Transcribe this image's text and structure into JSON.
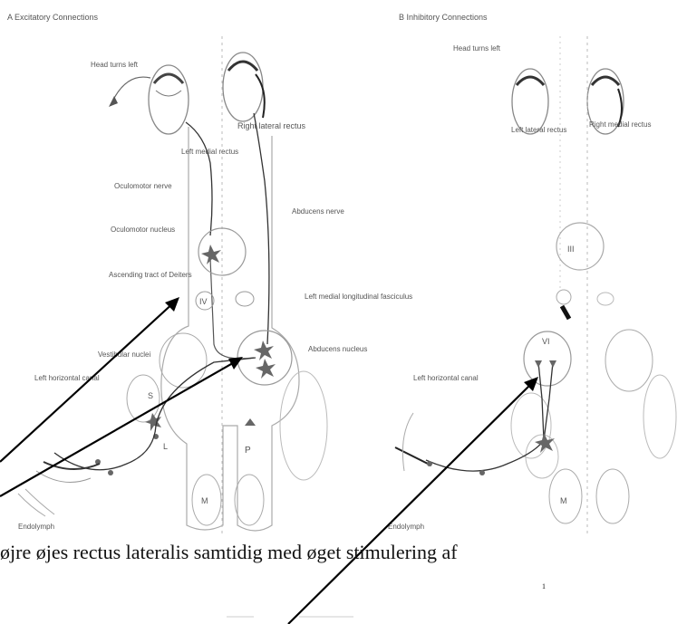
{
  "panels": [
    {
      "heading": "A  Excitatory Connections"
    },
    {
      "heading": "B  Inhibitory Connections"
    }
  ],
  "labels": {
    "a_head_turns_left": "Head turns left",
    "a_right_lateral_rectus": "Right lateral rectus",
    "a_left_medial_rectus": "Left medial rectus",
    "a_oculomotor_nerve": "Oculomotor nerve",
    "a_oculomotor_nucleus": "Oculomotor nucleus",
    "a_ascending_tract": "Ascending tract of Deiters",
    "a_abducens_nerve": "Abducens nerve",
    "a_mlf": "Left medial longitudinal fasciculus",
    "a_abducens_nucleus": "Abducens nucleus",
    "a_vestibular_nuclei": "Vestibular nuclei",
    "a_left_semicircular_canal": "Left horizontal canal",
    "a_endolymph": "Endolymph",
    "a_iv": "IV",
    "a_s": "S",
    "a_l": "L",
    "a_m": "M",
    "a_p": "P",
    "b_head_turns_left": "Head turns left",
    "b_left_lateral_rectus": "Left lateral rectus",
    "b_right_medial_rectus": "Right medial rectus",
    "b_iii": "III",
    "b_vi": "VI",
    "b_left_canal": "Left horizontal canal",
    "b_endolymph": "Endolymph",
    "b_m": "M"
  },
  "caption": "øjre øjes rectus lateralis samtidig med øget stimulering af",
  "page_number": "1"
}
